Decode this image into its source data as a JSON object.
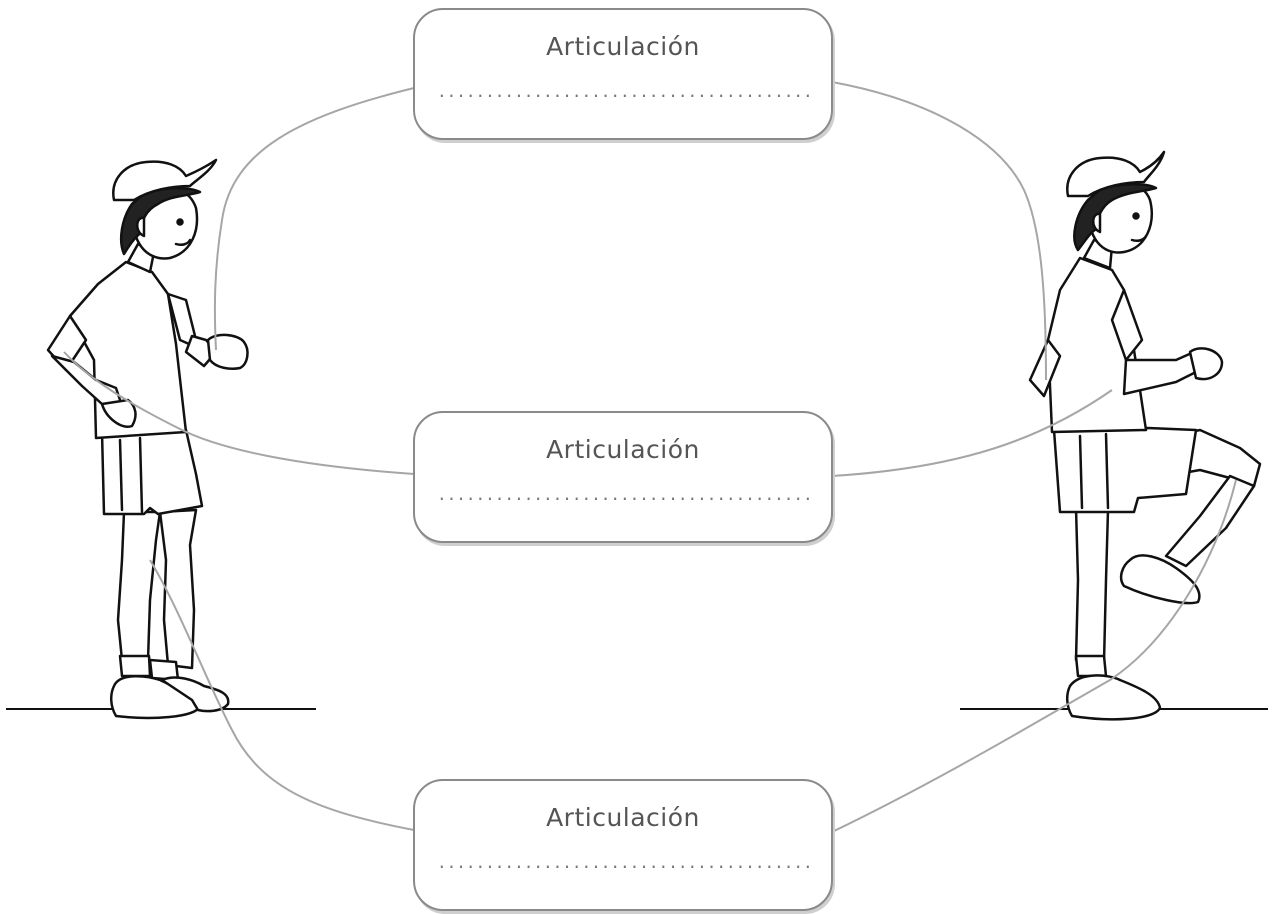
{
  "boxes": [
    {
      "title": "Articulación",
      "answer_line": "................................................................"
    },
    {
      "title": "Articulación",
      "answer_line": "................................................................"
    },
    {
      "title": "Articulación",
      "answer_line": "................................................................"
    }
  ],
  "colors": {
    "connector": "#a6a6a6",
    "outline": "#111111",
    "box_border": "#8a8a8a"
  }
}
